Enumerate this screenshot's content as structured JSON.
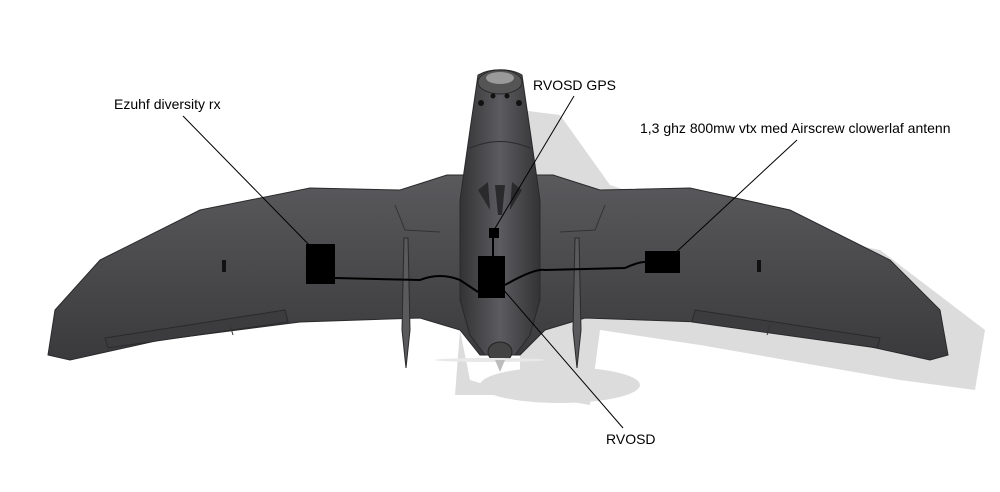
{
  "labels": {
    "receiver": "Ezuhf  diversity rx",
    "gps": "RVOSD GPS",
    "vtx": "1,3 ghz 800mw vtx med Airscrew clowerlaf antenn",
    "osd": "RVOSD"
  },
  "colors": {
    "airframe": "#4a4a4c",
    "airframe_dark": "#2e2e30",
    "shadow": "#d9d9d9",
    "component": "#000000",
    "leader_line": "#000000"
  }
}
